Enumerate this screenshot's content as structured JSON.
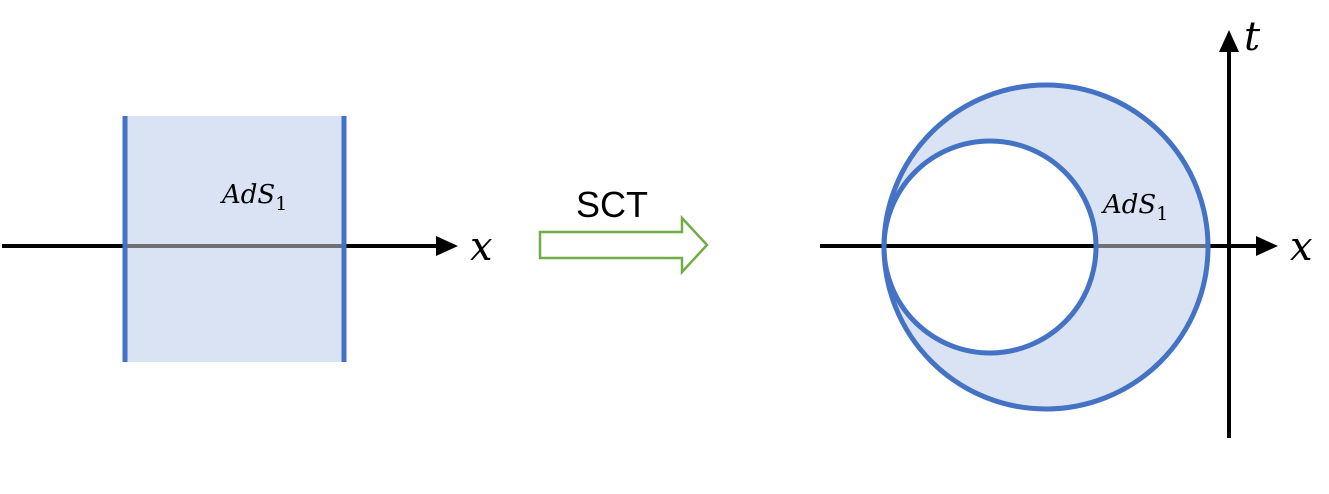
{
  "left_panel": {
    "region_label": "AdS",
    "region_subscript": "1",
    "axis_label": "x"
  },
  "transform": {
    "label": "SCT"
  },
  "right_panel": {
    "region_label": "AdS",
    "region_subscript": "1",
    "x_axis_label": "x",
    "t_axis_label": "t"
  },
  "colors": {
    "boundary": "#4472c4",
    "fill": "#dae3f3",
    "axis": "#000000",
    "arrow_outline": "#70ad47",
    "overlap_segment": "#6f6f74"
  }
}
